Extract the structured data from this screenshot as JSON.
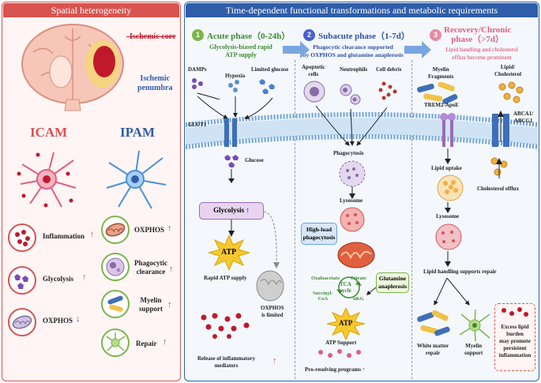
{
  "left": {
    "title": "Spatial heterogeneity",
    "ischemic_core": "Ischemic core",
    "ischemic_penumbra_1": "Ischemic",
    "ischemic_penumbra_2": "penumbra",
    "icam": "ICAM",
    "ipam": "IPAM",
    "icam_rows": [
      {
        "label": "Inflammation",
        "arrow": "↑"
      },
      {
        "label": "Glycolysis",
        "arrow": "↑"
      },
      {
        "label": "OXPHOS",
        "arrow": "↓"
      }
    ],
    "ipam_rows": [
      {
        "label": "OXPHOS",
        "arrow": "↑"
      },
      {
        "label": "Phagocytic",
        "label2": "clearance",
        "arrow": "↑"
      },
      {
        "label": "Myelin",
        "label2": "support",
        "arrow": "↑"
      },
      {
        "label": "Repair",
        "arrow": "↑"
      }
    ]
  },
  "right": {
    "title": "Time-dependent functional transformations and metabolic requirements",
    "phase1": {
      "num": "1",
      "title": "Acute phase（0-24h）",
      "sub1": "Glycolysis-biased rapid",
      "sub2": "ATP supply"
    },
    "phase2": {
      "num": "2",
      "title": "Subacute phase（1-7d）",
      "sub1": "Phagocytic clearance supported",
      "sub2": "by OXPHOS and glutamine anaplerosis"
    },
    "phase3": {
      "num": "3",
      "title1": "Recovery/Chronic",
      "title2": "phase（>7d）",
      "sub1": "Lipid handling and cholesterol",
      "sub2": "efflux become prominent"
    },
    "acute": {
      "damps": "DAMPs",
      "hypoxia": "Hypoxia",
      "limited_glucose": "Limited glucose",
      "glut1": "GLUT1",
      "glucose": "Glucose",
      "glycolysis": "Glycolysis",
      "glycolysis_arrow": "↑",
      "atp": "ATP",
      "rapid_atp": "Rapid ATP supply",
      "oxphos_limited_1": "OXPHOS",
      "oxphos_limited_2": "is limited",
      "release_1": "Release of inflammatory",
      "release_2": "mediators",
      "release_arrow": "↑"
    },
    "subacute": {
      "apoptotic_1": "Apoptotic",
      "apoptotic_2": "cells",
      "neutrophils": "Neutrophils",
      "cell_debris": "Cell debris",
      "phagocytosis": "Phagocytosis",
      "lysosome": "Lysosome",
      "high_load_1": "High-load",
      "high_load_2": "phagocytosis",
      "oxaloacetate": "Oxaloacetate",
      "citrate": "Citrate",
      "tca_1": "TCA",
      "tca_2": "cycle",
      "succinyl": "Succinyl-",
      "coa": "CoA",
      "akg": "αKG",
      "glutamine_1": "Glutamine",
      "glutamine_2": "anaplerosis",
      "atp": "ATP",
      "atp_support": "ATP Support",
      "pro_resolving": "Pro-resolving programs ↑"
    },
    "chronic": {
      "myelin_1": "Myelin",
      "myelin_2": "Fragments",
      "lipid_1": "Lipid/",
      "lipid_2": "Cholesterol",
      "trem2": "TREM2-ApoE",
      "abca1_1": "ABCA1/",
      "abca1_2": "ABCG1",
      "lipid_uptake": "Lipid uptake",
      "cholesterol_efflux": "Cholesterol efflux",
      "lysosome": "Lysosome",
      "lipid_handling": "Lipid handling supports repair",
      "white_matter_1": "White matter",
      "white_matter_2": "repair",
      "myelin_support_1": "Myelin",
      "myelin_support_2": "support",
      "excess_1": "Excess lipid",
      "excess_2": "burden",
      "excess_3": "may promote",
      "excess_4": "persistent",
      "excess_5": "inflammation"
    }
  },
  "colors": {
    "red": "#d9534f",
    "blue": "#2f5da8",
    "green": "#4a9a3a",
    "purple": "#7b4bb7",
    "pink": "#e0607e"
  }
}
